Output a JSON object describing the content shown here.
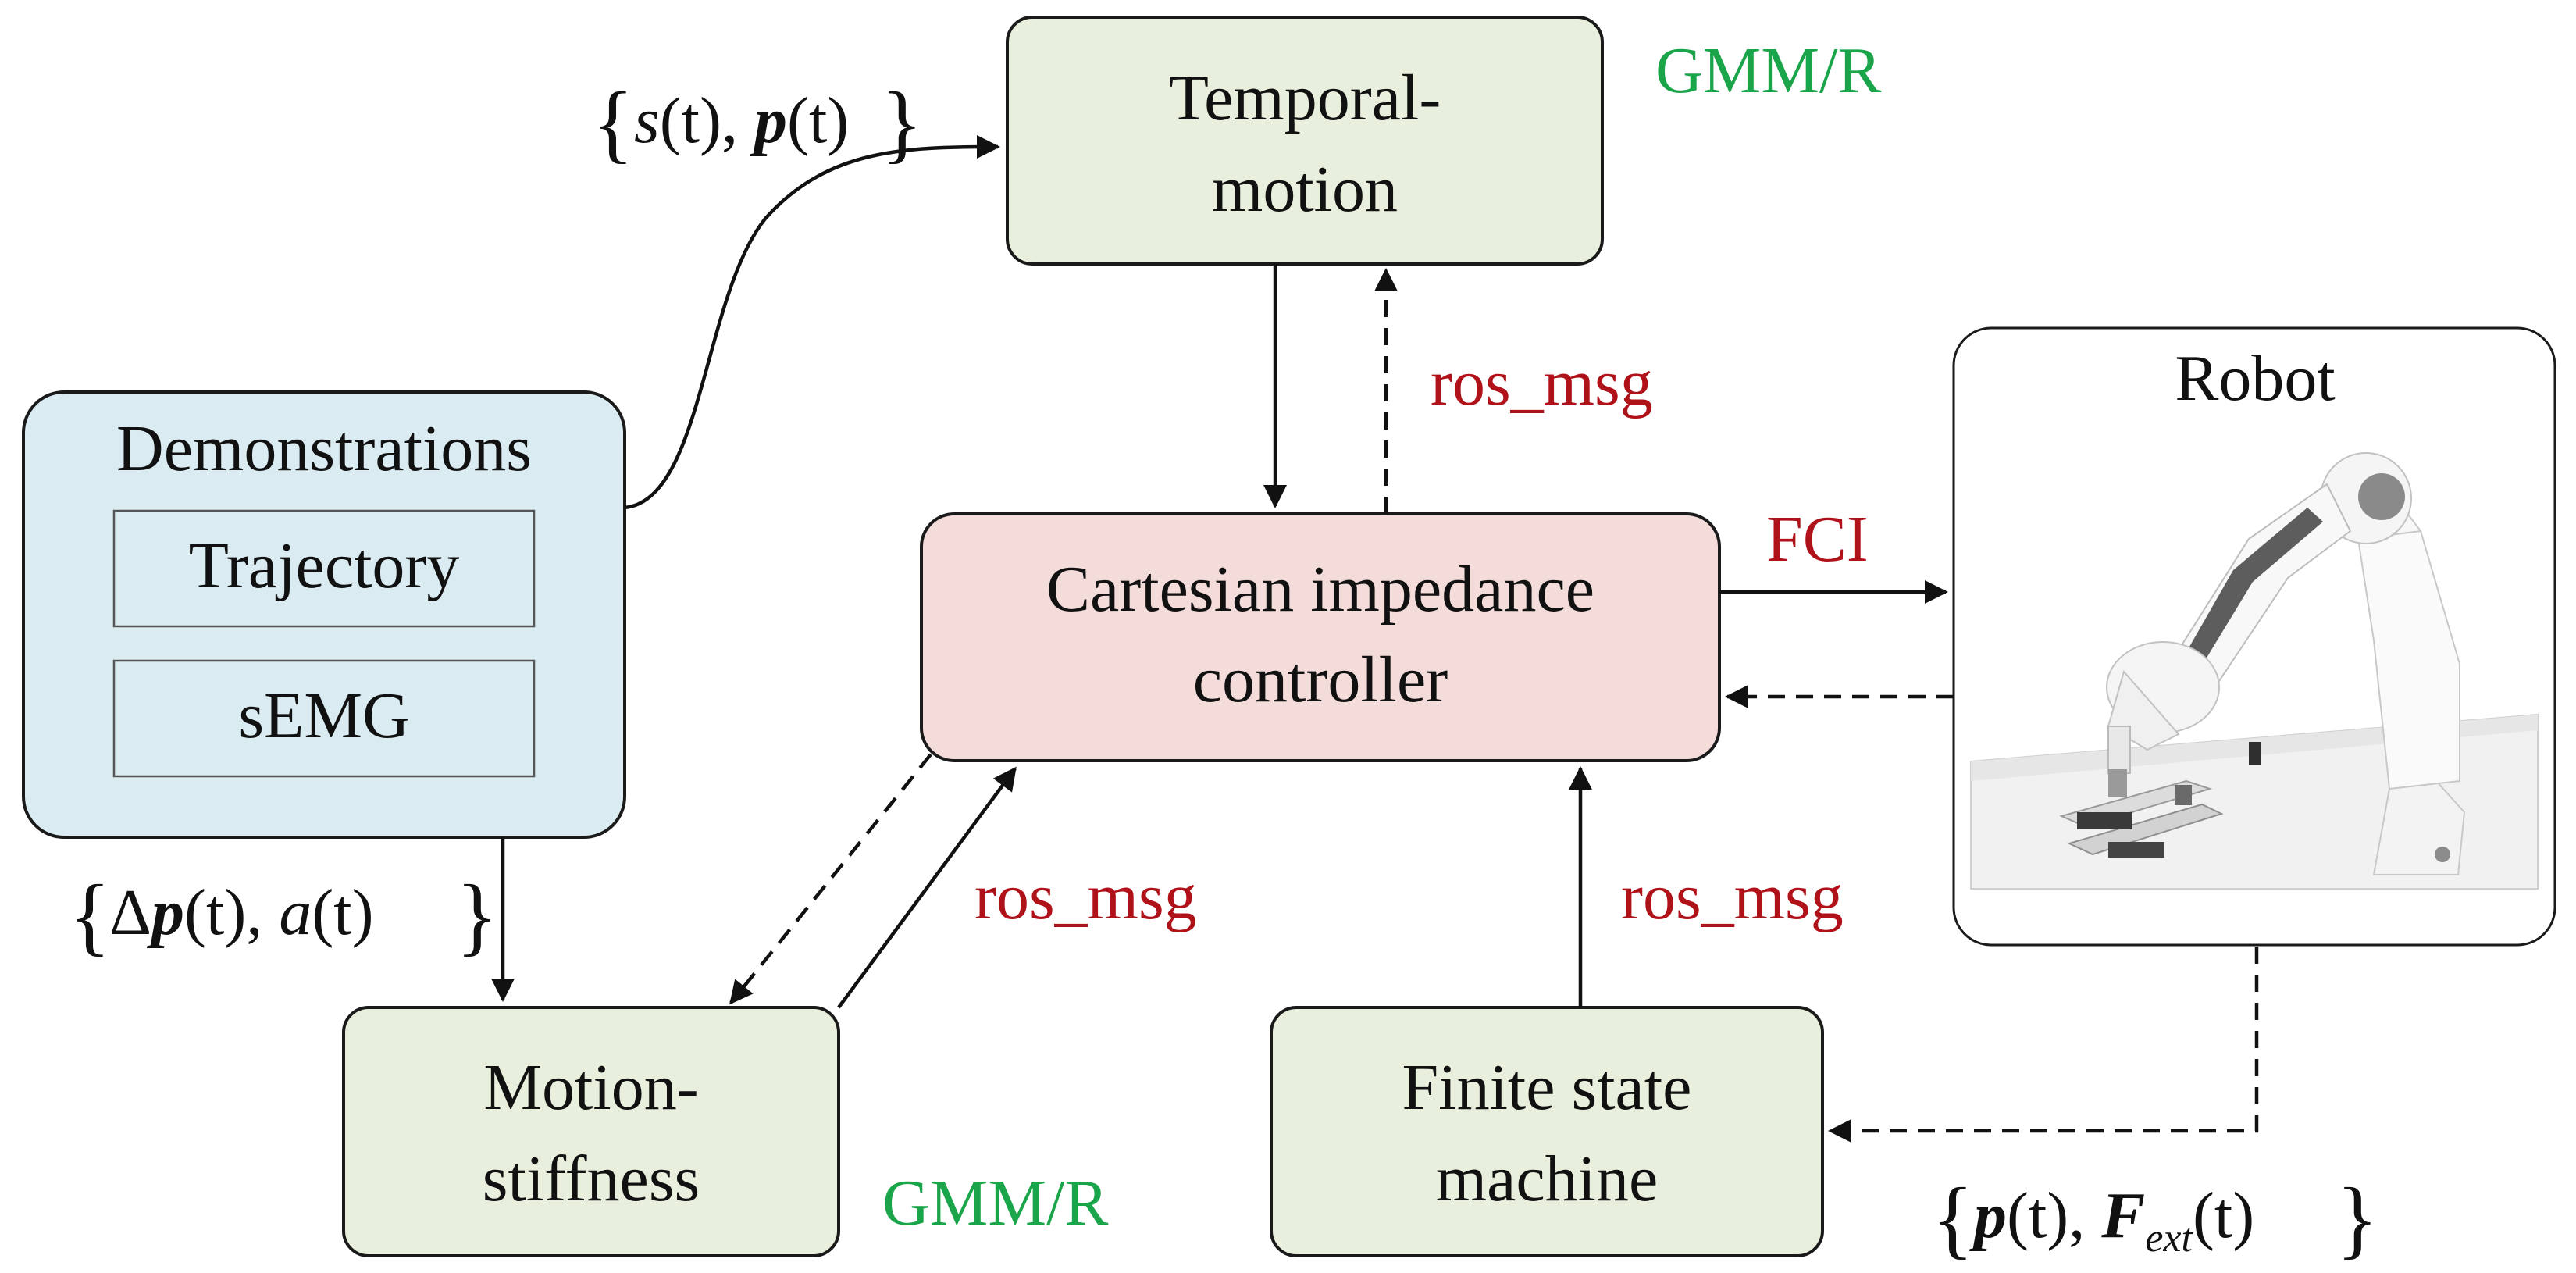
{
  "nodes": {
    "temporal": {
      "line1": "Temporal-",
      "line2": "motion"
    },
    "cartesian": {
      "line1": "Cartesian impedance",
      "line2": "controller"
    },
    "demonstrations": {
      "title": "Demonstrations",
      "trajectory": "Trajectory",
      "semg": "sEMG"
    },
    "motion_stiffness": {
      "line1": "Motion-",
      "line2": "stiffness"
    },
    "fsm": {
      "line1": "Finite state",
      "line2": "machine"
    },
    "robot": {
      "title": "Robot"
    }
  },
  "labels": {
    "gmm_top": "GMM/R",
    "gmm_bottom": "GMM/R",
    "ros_msg_top": "ros_msg",
    "ros_msg_left": "ros_msg",
    "ros_msg_right": "ros_msg",
    "fci": "FCI"
  },
  "math": {
    "temporal_input": {
      "s": "s",
      "t1": "(t)",
      "comma": ", ",
      "p": "p",
      "t2": "(t)"
    },
    "stiffness_input": {
      "delta": "Δ",
      "p": "p",
      "t1": "(t)",
      "comma": ", ",
      "a": "a",
      "t2": "(t)"
    },
    "fsm_input": {
      "p": "p",
      "t1": "(t)",
      "comma": ", ",
      "F": "F",
      "sub": "ext",
      "t2": "(t)"
    }
  },
  "colors": {
    "green_box_fill": "#e9efdd",
    "red_box_fill": "#f3dcda",
    "blue_box_fill": "#daebf2",
    "label_red": "#b0121a",
    "label_green": "#1aa54a",
    "border": "#1a1a1a"
  }
}
